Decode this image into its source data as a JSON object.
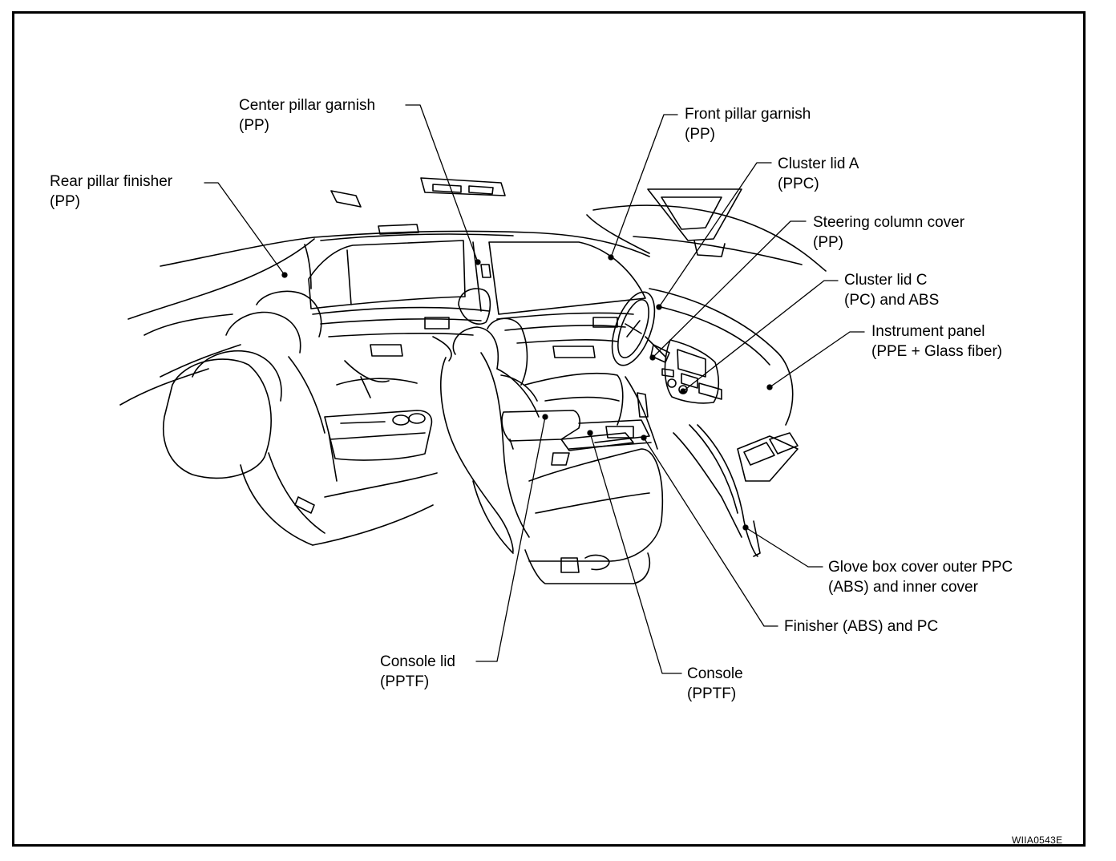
{
  "labels": {
    "rear_pillar": {
      "line1": "Rear pillar finisher",
      "line2": "(PP)"
    },
    "center_pillar": {
      "line1": "Center pillar garnish",
      "line2": "(PP)"
    },
    "front_pillar": {
      "line1": "Front pillar garnish",
      "line2": "(PP)"
    },
    "cluster_lid_a": {
      "line1": "Cluster lid A",
      "line2": "(PPC)"
    },
    "steering_column": {
      "line1": "Steering column cover",
      "line2": "(PP)"
    },
    "cluster_lid_c": {
      "line1": "Cluster lid C",
      "line2": "(PC) and ABS"
    },
    "instrument_panel": {
      "line1": "Instrument panel",
      "line2": "(PPE + Glass fiber)"
    },
    "glove_box": {
      "line1": "Glove box cover outer PPC",
      "line2": "(ABS) and inner cover"
    },
    "finisher": {
      "line1": "Finisher (ABS) and PC"
    },
    "console_lid": {
      "line1": "Console lid",
      "line2": "(PPTF)"
    },
    "console": {
      "line1": "Console",
      "line2": "(PPTF)"
    }
  },
  "figure_code": "WIIA0543E"
}
